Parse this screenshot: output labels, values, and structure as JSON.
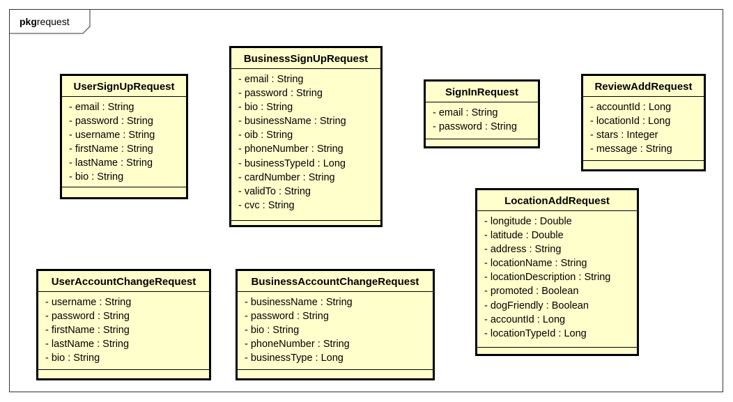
{
  "package": {
    "keyword": "pkg",
    "name": "request"
  },
  "classes": [
    {
      "name": "UserSignUpRequest",
      "attributes": [
        "- email : String",
        "- password : String",
        "- username : String",
        "- firstName : String",
        "- lastName : String",
        "- bio : String"
      ]
    },
    {
      "name": "BusinessSignUpRequest",
      "attributes": [
        "- email : String",
        "- password : String",
        "- bio : String",
        "- businessName : String",
        "- oib : String",
        "- phoneNumber : String",
        "- businessTypeId : Long",
        "- cardNumber : String",
        "- validTo : String",
        "- cvc : String"
      ]
    },
    {
      "name": "SignInRequest",
      "attributes": [
        "- email : String",
        "- password : String"
      ]
    },
    {
      "name": "ReviewAddRequest",
      "attributes": [
        "- accountId : Long",
        "- locationId : Long",
        "- stars : Integer",
        "- message : String"
      ]
    },
    {
      "name": "LocationAddRequest",
      "attributes": [
        "- longitude : Double",
        "- latitude : Double",
        "- address : String",
        "- locationName : String",
        "- locationDescription : String",
        "- promoted : Boolean",
        "- dogFriendly : Boolean",
        "- accountId : Long",
        "- locationTypeId : Long"
      ]
    },
    {
      "name": "UserAccountChangeRequest",
      "attributes": [
        "- username : String",
        "- password : String",
        "- firstName : String",
        "- lastName : String",
        "- bio : String"
      ]
    },
    {
      "name": "BusinessAccountChangeRequest",
      "attributes": [
        "- businessName : String",
        "- password : String",
        "- bio : String",
        "- phoneNumber : String",
        "- businessType : Long"
      ]
    }
  ]
}
